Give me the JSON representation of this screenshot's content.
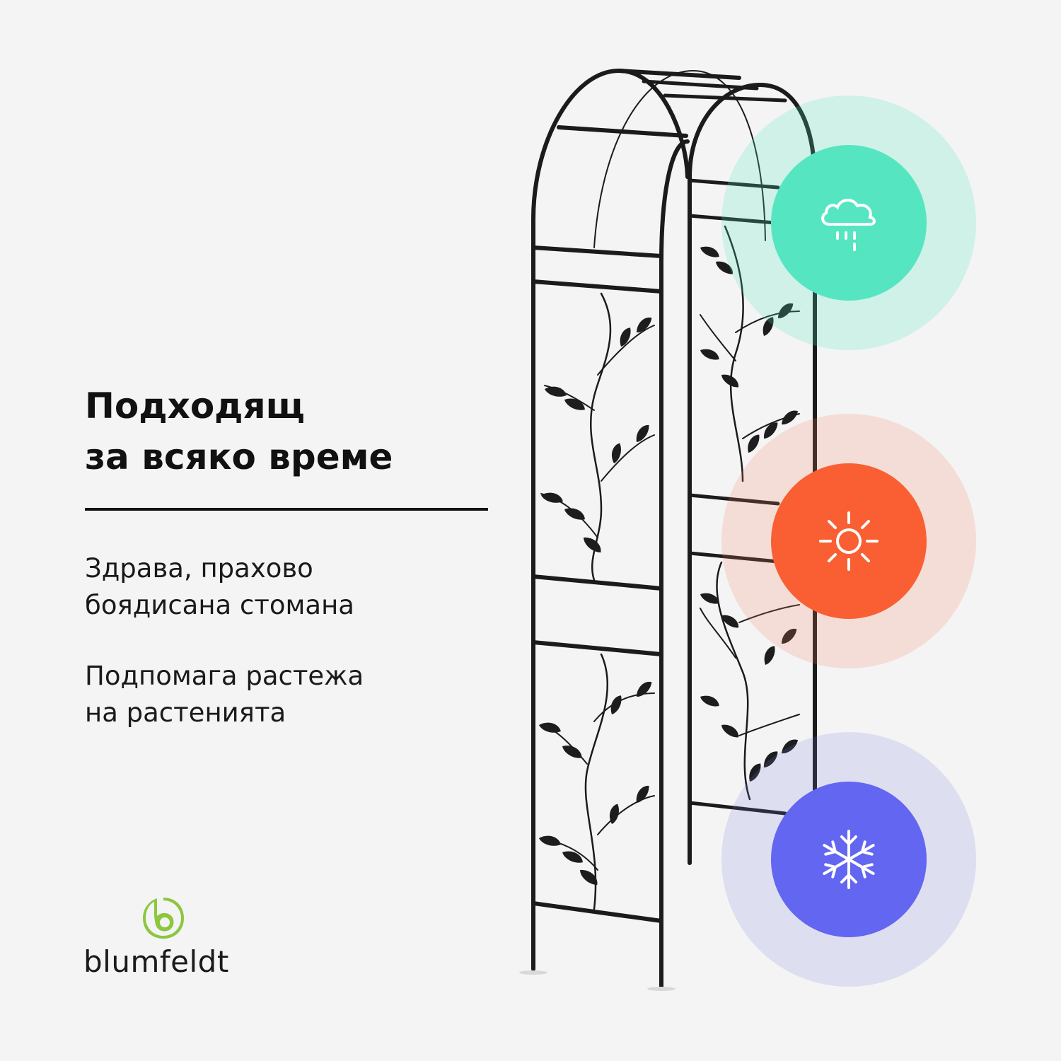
{
  "headline": {
    "line1": "Подходящ",
    "line2": "за всяко време"
  },
  "features": [
    {
      "line1": "Здрава, прахово",
      "line2": "боядисана стомана"
    },
    {
      "line1": "Подпомага растежа",
      "line2": "на растенията"
    }
  ],
  "brand": {
    "name": "blumfeldt",
    "color": "#8dc63f"
  },
  "badges": [
    {
      "icon": "rain-cloud-icon",
      "color": "#55e6c1"
    },
    {
      "icon": "sun-icon",
      "color": "#f95f32"
    },
    {
      "icon": "snowflake-icon",
      "color": "#6366f1"
    }
  ]
}
